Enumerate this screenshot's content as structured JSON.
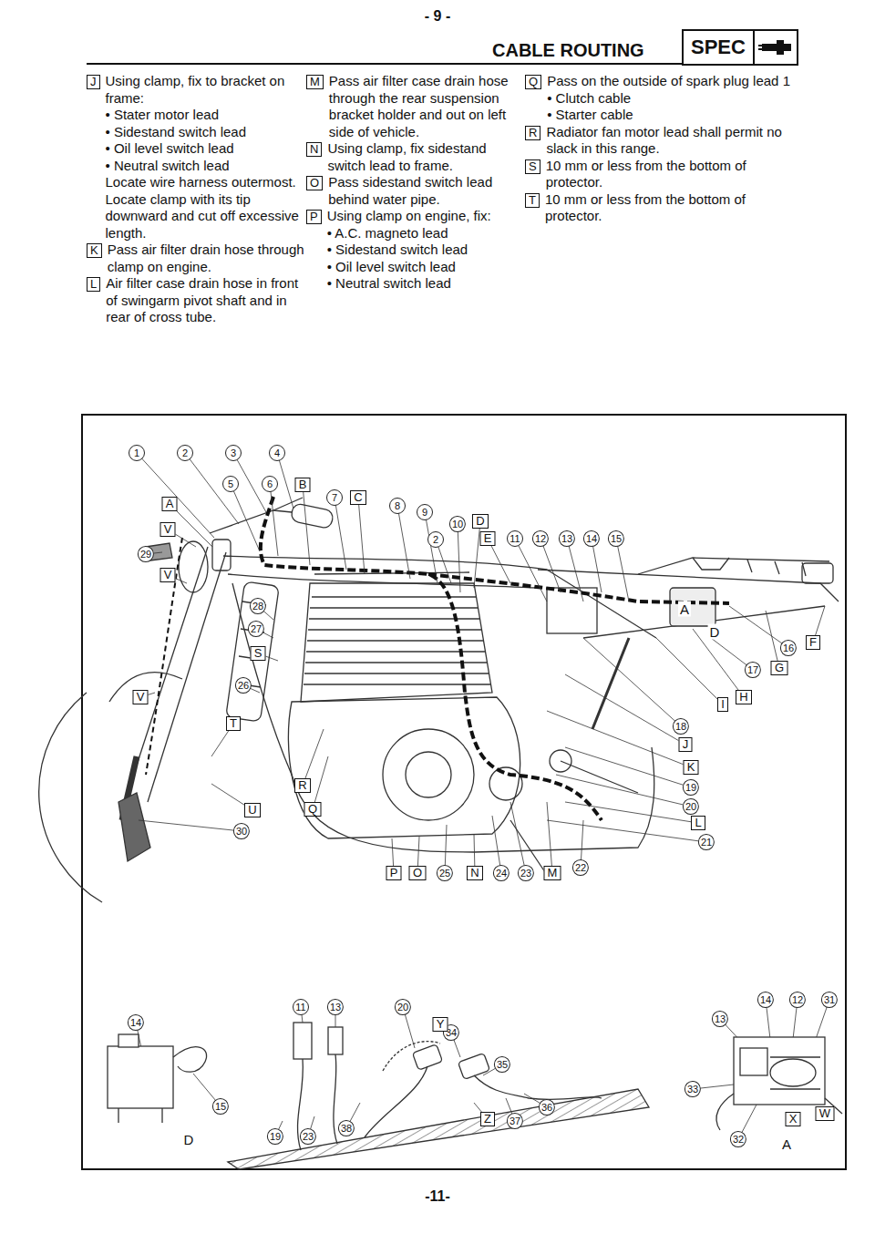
{
  "diagram": {
    "title": "CABLE ROUTING",
    "nodes": [
      {
        "text": [
          "SPEC"
        ]
      },
      {
        "text": [
          "J"
        ]
      },
      {
        "text": [
          "K"
        ]
      },
      {
        "text": [
          "L"
        ]
      },
      {
        "text": [
          "M"
        ]
      },
      {
        "text": [
          "N"
        ]
      },
      {
        "text": [
          "O"
        ]
      },
      {
        "text": [
          "P"
        ]
      },
      {
        "text": [
          "Q"
        ]
      },
      {
        "text": [
          "R"
        ]
      },
      {
        "text": [
          "S"
        ]
      },
      {
        "text": [
          "T"
        ]
      },
      {
        "text": [
          "A"
        ]
      },
      {
        "text": [
          "V"
        ]
      },
      {
        "text": [
          "B"
        ]
      },
      {
        "text": [
          "C"
        ]
      },
      {
        "text": [
          "D"
        ]
      },
      {
        "text": [
          "E"
        ]
      },
      {
        "text": [
          "V"
        ]
      },
      {
        "text": [
          "F"
        ]
      },
      {
        "text": [
          "G"
        ]
      },
      {
        "text": [
          "H"
        ]
      },
      {
        "text": [
          "I"
        ]
      },
      {
        "text": [
          "S"
        ]
      },
      {
        "text": [
          "V"
        ]
      },
      {
        "text": [
          "J"
        ]
      },
      {
        "text": [
          "T"
        ]
      },
      {
        "text": [
          "K"
        ]
      },
      {
        "text": [
          "R"
        ]
      },
      {
        "text": [
          "U"
        ]
      },
      {
        "text": [
          "Q"
        ]
      },
      {
        "text": [
          "L"
        ]
      },
      {
        "text": [
          "P"
        ]
      },
      {
        "text": [
          "O"
        ]
      },
      {
        "text": [
          "N"
        ]
      },
      {
        "text": [
          "M"
        ]
      },
      {
        "text": [
          "Y"
        ]
      },
      {
        "text": [
          "Z"
        ]
      },
      {
        "text": [
          "X"
        ]
      },
      {
        "text": [
          "W"
        ]
      }
    ],
    "labels": [
      "- 9 -",
      "Using clamp, fix to bracket on frame:",
      "• Stater motor lead",
      "• Sidestand switch lead",
      "• Oil level switch lead",
      "• Neutral switch lead",
      "Locate wire harness outermost. Locate clamp with its tip downward and cut off excessive length.",
      "Pass air filter drain hose through clamp on engine.",
      "Air filter case drain hose in front of swingarm pivot shaft and in rear of cross tube.",
      "Pass air filter case drain hose through the rear suspension bracket holder and out on left side of vehicle.",
      "Using clamp, fix sidestand switch lead to frame.",
      "Pass sidestand switch lead behind water pipe.",
      "Using clamp on engine, fix:",
      "• A.C. magneto lead",
      "• Sidestand switch lead",
      "• Oil level switch lead",
      "• Neutral switch lead",
      "Pass on the outside of spark plug lead 1",
      "• Clutch cable",
      "• Starter cable",
      "Radiator fan motor lead shall permit no slack in this range.",
      "10 mm or less from the bottom of protector.",
      "10 mm or less from the bottom of protector.",
      "1",
      "2",
      "3",
      "4",
      "5",
      "6",
      "7",
      "8",
      "9",
      "10",
      "2",
      "11",
      "12",
      "13",
      "14",
      "15",
      "A",
      "D",
      "29",
      "28",
      "27",
      "16",
      "17",
      "26",
      "18",
      "19",
      "20",
      "30",
      "21",
      "25",
      "24",
      "23",
      "22",
      "11",
      "13",
      "20",
      "14",
      "12",
      "31",
      "13",
      "34",
      "14",
      "35",
      "33",
      "36",
      "37",
      "15",
      "19",
      "23",
      "38",
      "32",
      "D",
      "A",
      "-11-"
    ]
  }
}
